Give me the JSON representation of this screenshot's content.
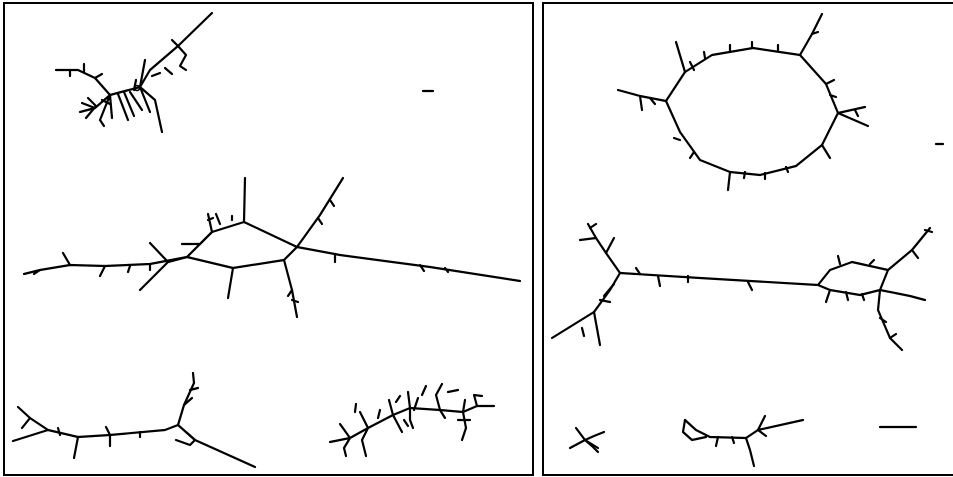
{
  "panels": [
    {
      "id": "left",
      "skeletons": [
        "top-left-branching",
        "small-dash",
        "center-loop-with-branches",
        "bottom-left-branch",
        "bottom-right-branching"
      ]
    },
    {
      "id": "right",
      "skeletons": [
        "top-ring",
        "small-dash",
        "middle-long-with-loop",
        "bottom-left-x",
        "bottom-middle-branch",
        "bottom-right-line"
      ]
    }
  ],
  "stroke_color": "#000000",
  "background_color": "#ffffff"
}
